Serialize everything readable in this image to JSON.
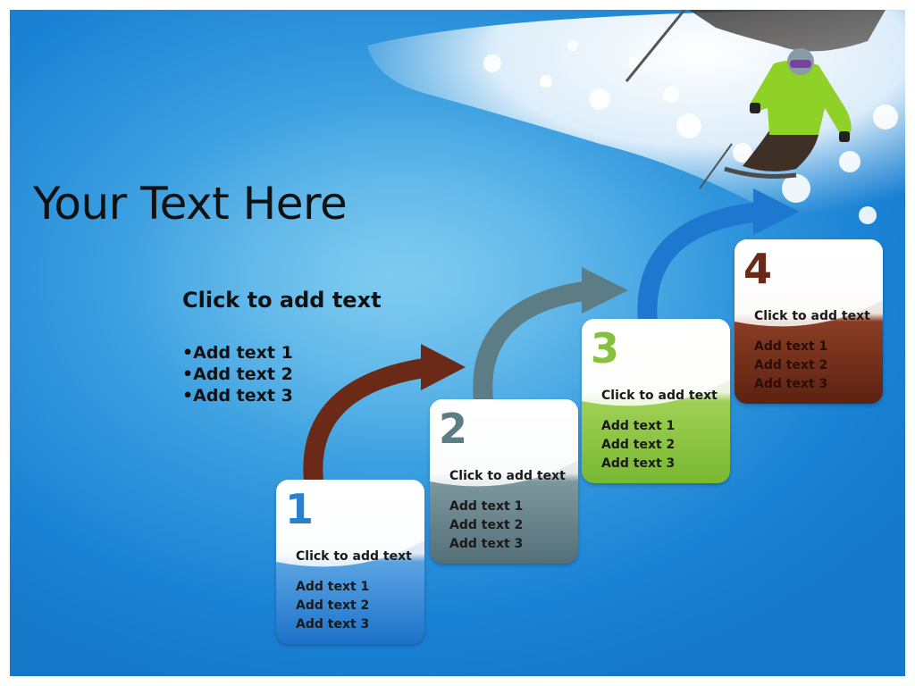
{
  "slide": {
    "title": "Your Text Here",
    "subheading": "Click to add text",
    "bullets": [
      "•Add text 1",
      "•Add text 2",
      "•Add text 3"
    ]
  },
  "steps": [
    {
      "number": "1",
      "heading": "Click to add text",
      "items": [
        "Add text 1",
        "Add text 2",
        "Add text 3"
      ],
      "color": "#2a7fcf"
    },
    {
      "number": "2",
      "heading": "Click to add text",
      "items": [
        "Add text 1",
        "Add text 2",
        "Add text 3"
      ],
      "color": "#5d7d86"
    },
    {
      "number": "3",
      "heading": "Click to add text",
      "items": [
        "Add text 1",
        "Add text 2",
        "Add text 3"
      ],
      "color": "#86c13c"
    },
    {
      "number": "4",
      "heading": "Click to add text",
      "items": [
        "Add text 1",
        "Add text 2",
        "Add text 3"
      ],
      "color": "#6b2a18"
    }
  ],
  "arrows": {
    "arrow_1_color": "#6b2a18",
    "arrow_2_color": "#5d7d86",
    "arrow_3_color": "#1f78cf"
  },
  "illustration": "skier-in-snow"
}
